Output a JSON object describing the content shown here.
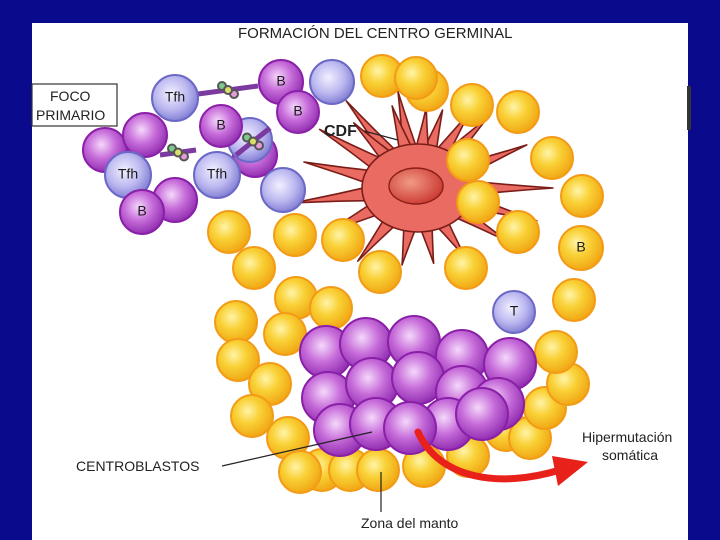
{
  "colors": {
    "background": "#0a0a8c",
    "panel": "#ffffff",
    "yellow_cell_fill": "#f7c52a",
    "yellow_cell_rim": "#f39a16",
    "purple_cell_fill": "#c76bd9",
    "purple_cell_rim": "#8a1fa8",
    "lavender_cell_fill": "#b9b6ef",
    "lavender_cell_rim": "#6c68c6",
    "cdf_fill": "#ea6b62",
    "cdf_nucleus": "#d8443a",
    "arrow": "#e8211a"
  },
  "diagram": {
    "title": "FORMACIÓN DEL CENTRO GERMINAL",
    "foco_primario": [
      "FOCO",
      "PRIMARIO"
    ],
    "cdf_label": "CDF",
    "centroblastos_label": "CENTROBLASTOS",
    "zona_manto_label": "Zona del manto",
    "hipermutacion_label": [
      "Hipermutación",
      "somática"
    ],
    "cell_labels": {
      "tfh_1": "Tfh",
      "tfh_2": "Tfh",
      "tfh_3": "Tfh",
      "b_1": "B",
      "b_2": "B",
      "b_3": "B",
      "b_4": "B",
      "b_5": "B",
      "t_1": "T"
    }
  }
}
